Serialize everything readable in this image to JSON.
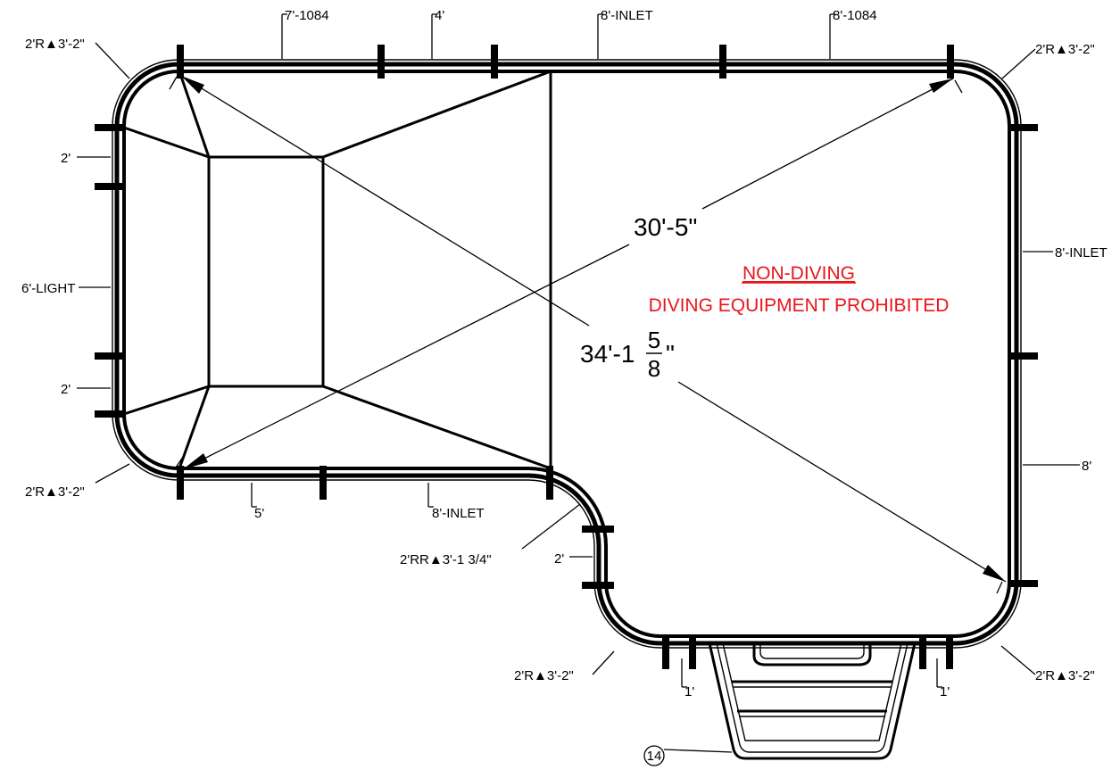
{
  "labels": {
    "top_1": "7'-1084",
    "top_2": "4'",
    "top_3": "8'-INLET",
    "top_4": "8'-1084",
    "corner_tl": "2'R▲3'-2\"",
    "corner_tr": "2'R▲3'-2\"",
    "corner_bl": "2'R▲3'-2\"",
    "corner_br": "2'R▲3'-2\"",
    "corner_step": "2'R▲3'-2\"",
    "left_1": "2'",
    "left_2": "6'-LIGHT",
    "left_3": "2'",
    "right_1": "8'-INLET",
    "right_2": "8'",
    "bottom_1": "5'",
    "bottom_2": "8'-INLET",
    "notch_corner": "2'RR▲3'-1 3/4\"",
    "notch_side": "2'",
    "step_left": "1'",
    "step_right": "1'",
    "step_callout": "14"
  },
  "dimensions": {
    "diag_1": "30'-5\"",
    "diag_2_main": "34'-1",
    "diag_2_num": "5",
    "diag_2_den": "8",
    "diag_2_unit": "\""
  },
  "notes": {
    "line_1": "NON-DIVING",
    "line_2": "DIVING EQUIPMENT PROHIBITED"
  },
  "colors": {
    "note": "#e8161c",
    "ink": "#000000"
  }
}
